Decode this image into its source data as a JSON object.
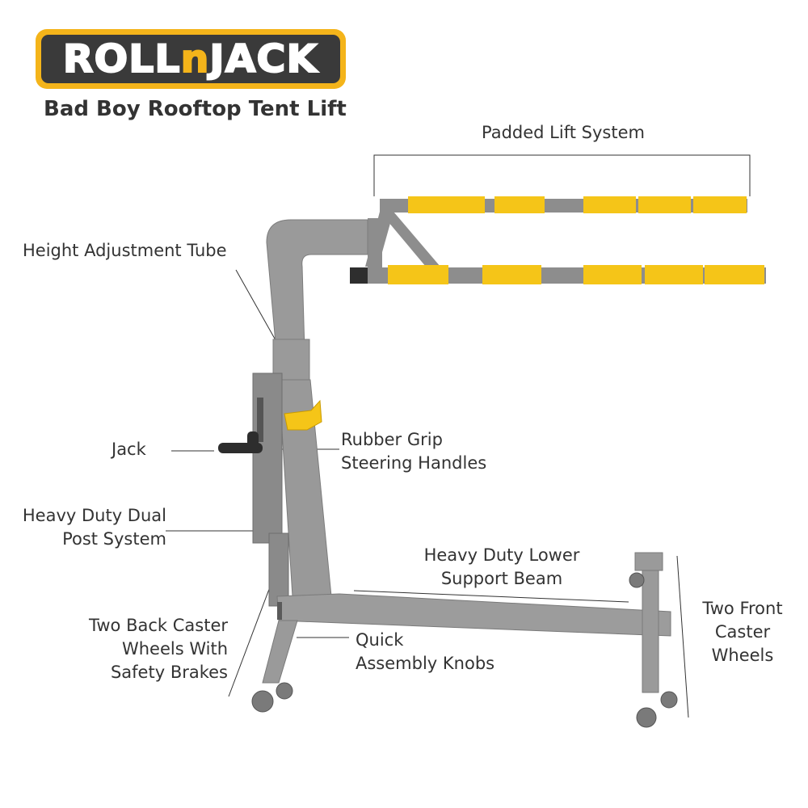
{
  "brand": {
    "logo_prefix": "ROLL",
    "logo_middle": "n",
    "logo_suffix": "JACK",
    "accent_color": "#f4b41a",
    "dark_color": "#3a3a3a"
  },
  "product_title": "Bad Boy Rooftop Tent Lift",
  "callouts": {
    "padded_lift_system": "Padded Lift System",
    "height_adjustment_tube": "Height Adjustment Tube",
    "jack": "Jack",
    "rubber_grip_line1": "Rubber Grip",
    "rubber_grip_line2": "Steering Handles",
    "dual_post_line1": "Heavy Duty Dual",
    "dual_post_line2": "Post System",
    "lower_beam_line1": "Heavy Duty Lower",
    "lower_beam_line2": "Support Beam",
    "front_casters_line1": "Two Front",
    "front_casters_line2": "Caster",
    "front_casters_line3": "Wheels",
    "back_casters_line1": "Two Back Caster",
    "back_casters_line2": "Wheels With",
    "back_casters_line3": "Safety Brakes",
    "knobs_line1": "Quick",
    "knobs_line2": "Assembly Knobs"
  },
  "colors": {
    "frame_gray": "#8d8d8d",
    "pad_yellow": "#f5c518",
    "text": "#333333"
  }
}
